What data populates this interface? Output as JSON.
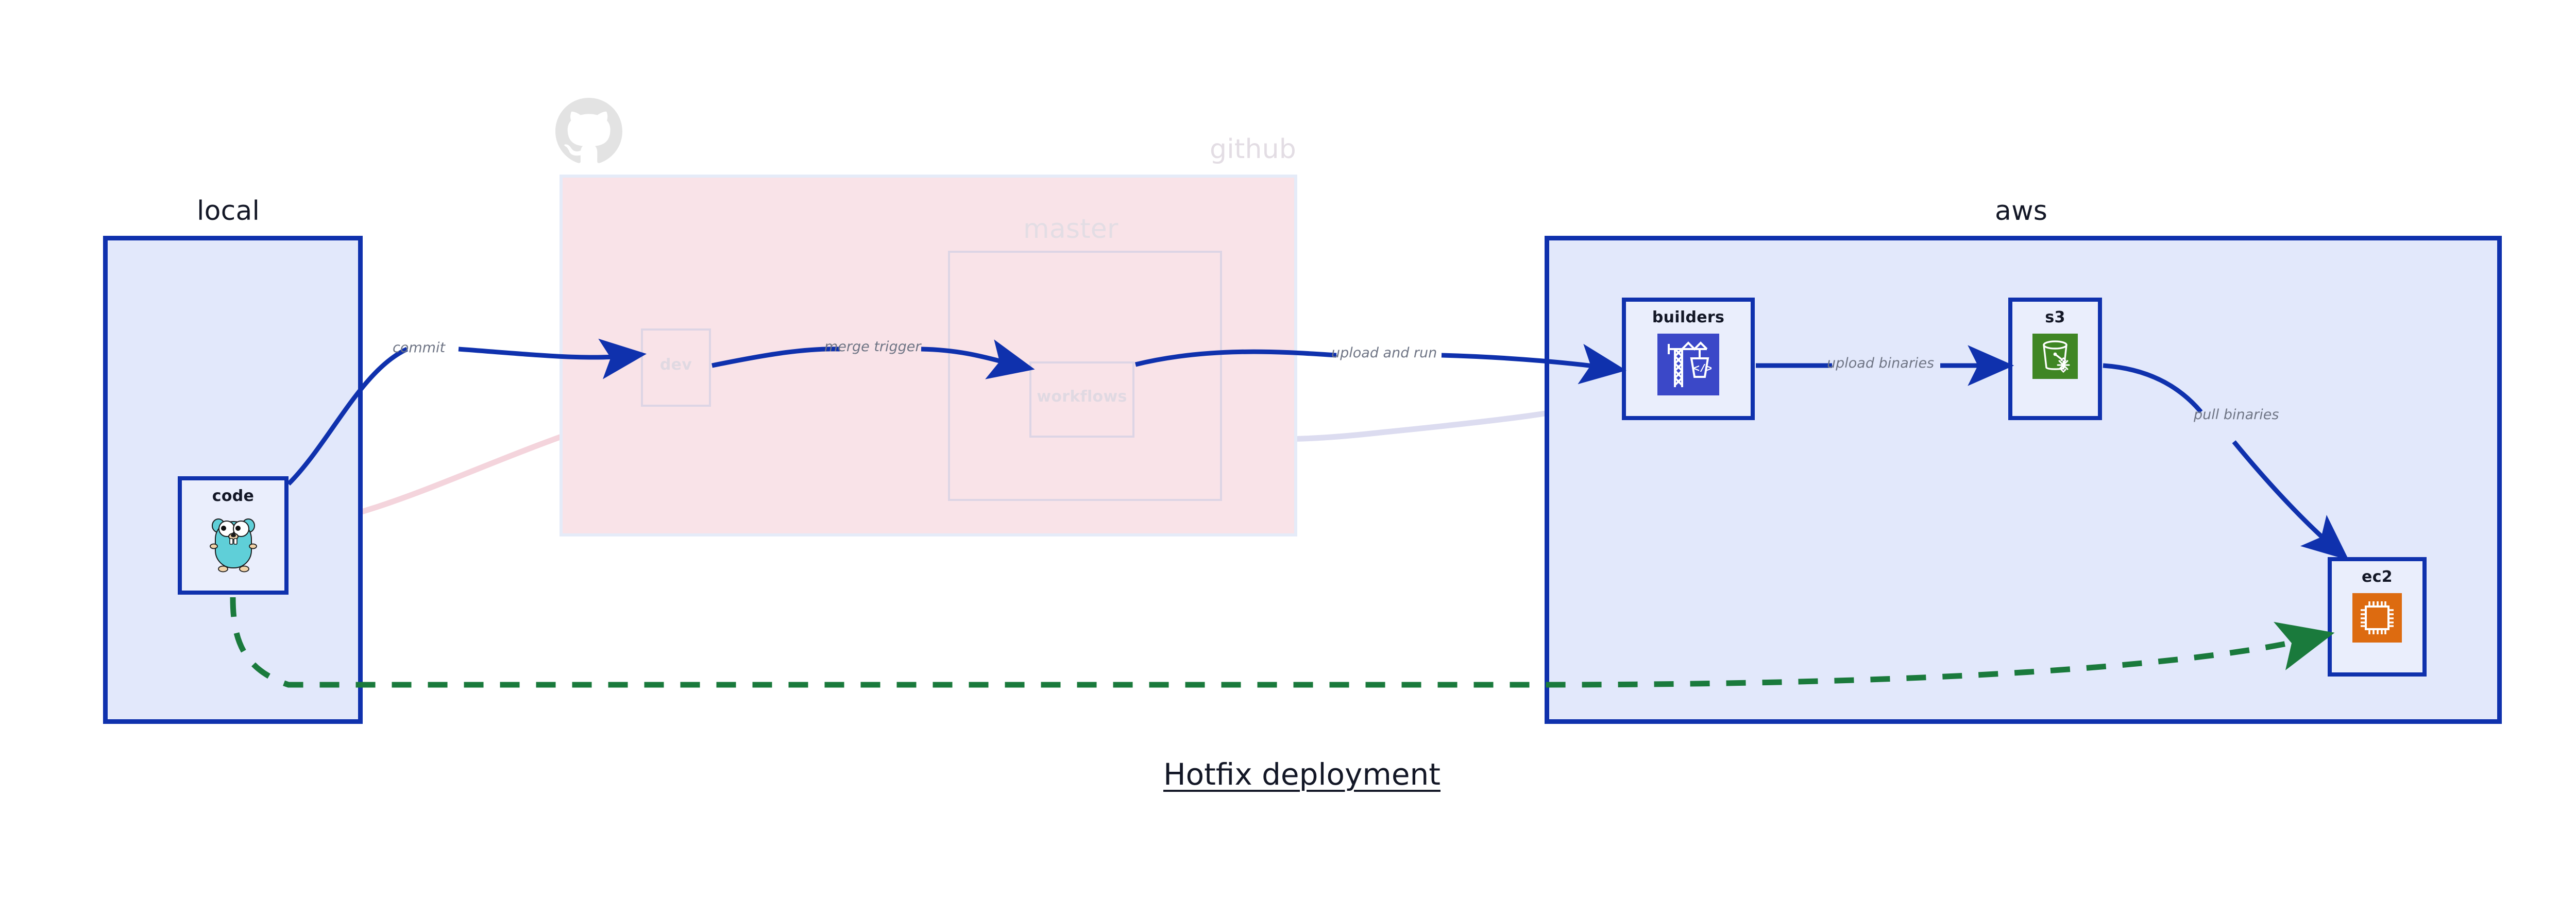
{
  "diagram": {
    "title": "Hotfix deployment",
    "type": "deployment-flow"
  },
  "groups": [
    {
      "id": "local",
      "label": "local",
      "style": "solid",
      "fill": "#e2e8fb",
      "stroke": "#0f31ad"
    },
    {
      "id": "github",
      "label": "github",
      "style": "faded",
      "fill": "#f9e3e8",
      "stroke": "#e5ebf8"
    },
    {
      "id": "master",
      "label": "master",
      "style": "faded",
      "fill": "none",
      "stroke": "#ddd5e5"
    },
    {
      "id": "aws",
      "label": "aws",
      "style": "solid",
      "fill": "#e2e8fb",
      "stroke": "#0f31ad"
    }
  ],
  "nodes": [
    {
      "id": "code",
      "label": "code",
      "group": "local",
      "icon": "golang-gopher-icon",
      "state": "active"
    },
    {
      "id": "dev",
      "label": "dev",
      "group": "github",
      "icon": "none",
      "state": "faded"
    },
    {
      "id": "workflows",
      "label": "workflows",
      "group": "master",
      "icon": "none",
      "state": "faded"
    },
    {
      "id": "builders",
      "label": "builders",
      "group": "aws",
      "icon": "aws-codebuild-crane-icon",
      "state": "active",
      "icon_color": "#3b48c8"
    },
    {
      "id": "s3",
      "label": "s3",
      "group": "aws",
      "icon": "aws-s3-glacier-bucket-icon",
      "state": "active",
      "icon_color": "#3f8624"
    },
    {
      "id": "ec2",
      "label": "ec2",
      "group": "aws",
      "icon": "aws-ec2-cpu-icon",
      "state": "active",
      "icon_color": "#dd6b10"
    }
  ],
  "edges": [
    {
      "id": "e-code-dev",
      "from": "code",
      "to": "dev",
      "label": "commit",
      "style": "solid",
      "color": "#0f31ad",
      "state": "active"
    },
    {
      "id": "e-dev-workflows",
      "from": "dev",
      "to": "workflows",
      "label": "merge trigger",
      "style": "solid",
      "color": "#0f31ad",
      "state": "active"
    },
    {
      "id": "e-workflows-builders",
      "from": "workflows",
      "to": "builders",
      "label": "upload and run",
      "style": "solid",
      "color": "#0f31ad",
      "state": "active"
    },
    {
      "id": "e-builders-s3",
      "from": "builders",
      "to": "s3",
      "label": "upload binaries",
      "style": "solid",
      "color": "#0f31ad",
      "state": "active"
    },
    {
      "id": "e-s3-ec2",
      "from": "s3",
      "to": "ec2",
      "label": "pull binaries",
      "style": "solid",
      "color": "#0f31ad",
      "state": "active"
    },
    {
      "id": "e-code-ec2-direct",
      "from": "code",
      "to": "ec2",
      "label": "",
      "style": "dashed",
      "color": "#1a7a3c",
      "state": "active"
    },
    {
      "id": "e-code-dev-ghost",
      "from": "code",
      "to": "dev",
      "label": "",
      "style": "solid",
      "color": "#f4d4dc",
      "state": "faded"
    },
    {
      "id": "e-dev-workflows-ghost",
      "from": "dev",
      "to": "workflows",
      "label": "",
      "style": "solid",
      "color": "#dcdcf0",
      "state": "faded"
    },
    {
      "id": "e-workflows-builders-ghost",
      "from": "workflows",
      "to": "builders",
      "label": "",
      "style": "solid",
      "color": "#dcdcf0",
      "state": "faded"
    }
  ],
  "branding": {
    "github_logo": "github-octocat-icon"
  },
  "colors": {
    "primary_blue": "#0f31ad",
    "group_fill_blue": "#e2e8fb",
    "node_fill_blue": "#eaeefc",
    "github_pink": "#f9e3e8",
    "faded_border": "#ddd5e5",
    "label_gray": "#6f7585",
    "dashed_green": "#1a7a3c",
    "title_dark": "#131726"
  }
}
